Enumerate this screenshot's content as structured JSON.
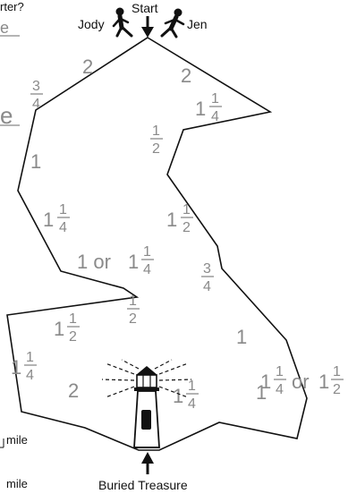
{
  "cropped_text": {
    "top_left": "rter?",
    "edge_e": "e",
    "mile_upper": "mile",
    "mile_lower": "mile"
  },
  "labels": {
    "start": "Start",
    "jody": "Jody",
    "jen": "Jen",
    "treasure": "Buried Treasure"
  },
  "distances": {
    "a_top_left": "2",
    "a_top_right": "2",
    "a_left_3_4": {
      "num": "3",
      "den": "4"
    },
    "a_right_1_1_4": {
      "whole": "1",
      "num": "1",
      "den": "4"
    },
    "a_right_1_2": {
      "num": "1",
      "den": "2"
    },
    "a_left_1": "1",
    "a_left_1_1_4": {
      "whole": "1",
      "num": "1",
      "den": "4"
    },
    "a_right_1_1_2": {
      "whole": "1",
      "num": "1",
      "den": "2"
    },
    "a_mid_text": "1 or",
    "a_mid_mixed": {
      "whole": "1",
      "num": "1",
      "den": "4"
    },
    "a_right_3_4": {
      "num": "3",
      "den": "4"
    },
    "a_left_1_2": {
      "num": "1",
      "den": "2"
    },
    "a_left_1_1_2": {
      "whole": "1",
      "num": "1",
      "den": "2"
    },
    "a_right_1": "1",
    "a_left_1_1_4_low": {
      "whole": "1",
      "num": "1",
      "den": "4"
    },
    "a_right_or_a": {
      "whole": "1",
      "num": "1",
      "den": "4"
    },
    "a_right_or_text": "or",
    "a_right_or_b": {
      "whole": "1",
      "num": "1",
      "den": "2"
    },
    "a_bottom_2": "2",
    "a_bottom_1_1_4": {
      "whole": "1",
      "num": "1",
      "den": "4"
    },
    "a_bottom_1": "1"
  }
}
